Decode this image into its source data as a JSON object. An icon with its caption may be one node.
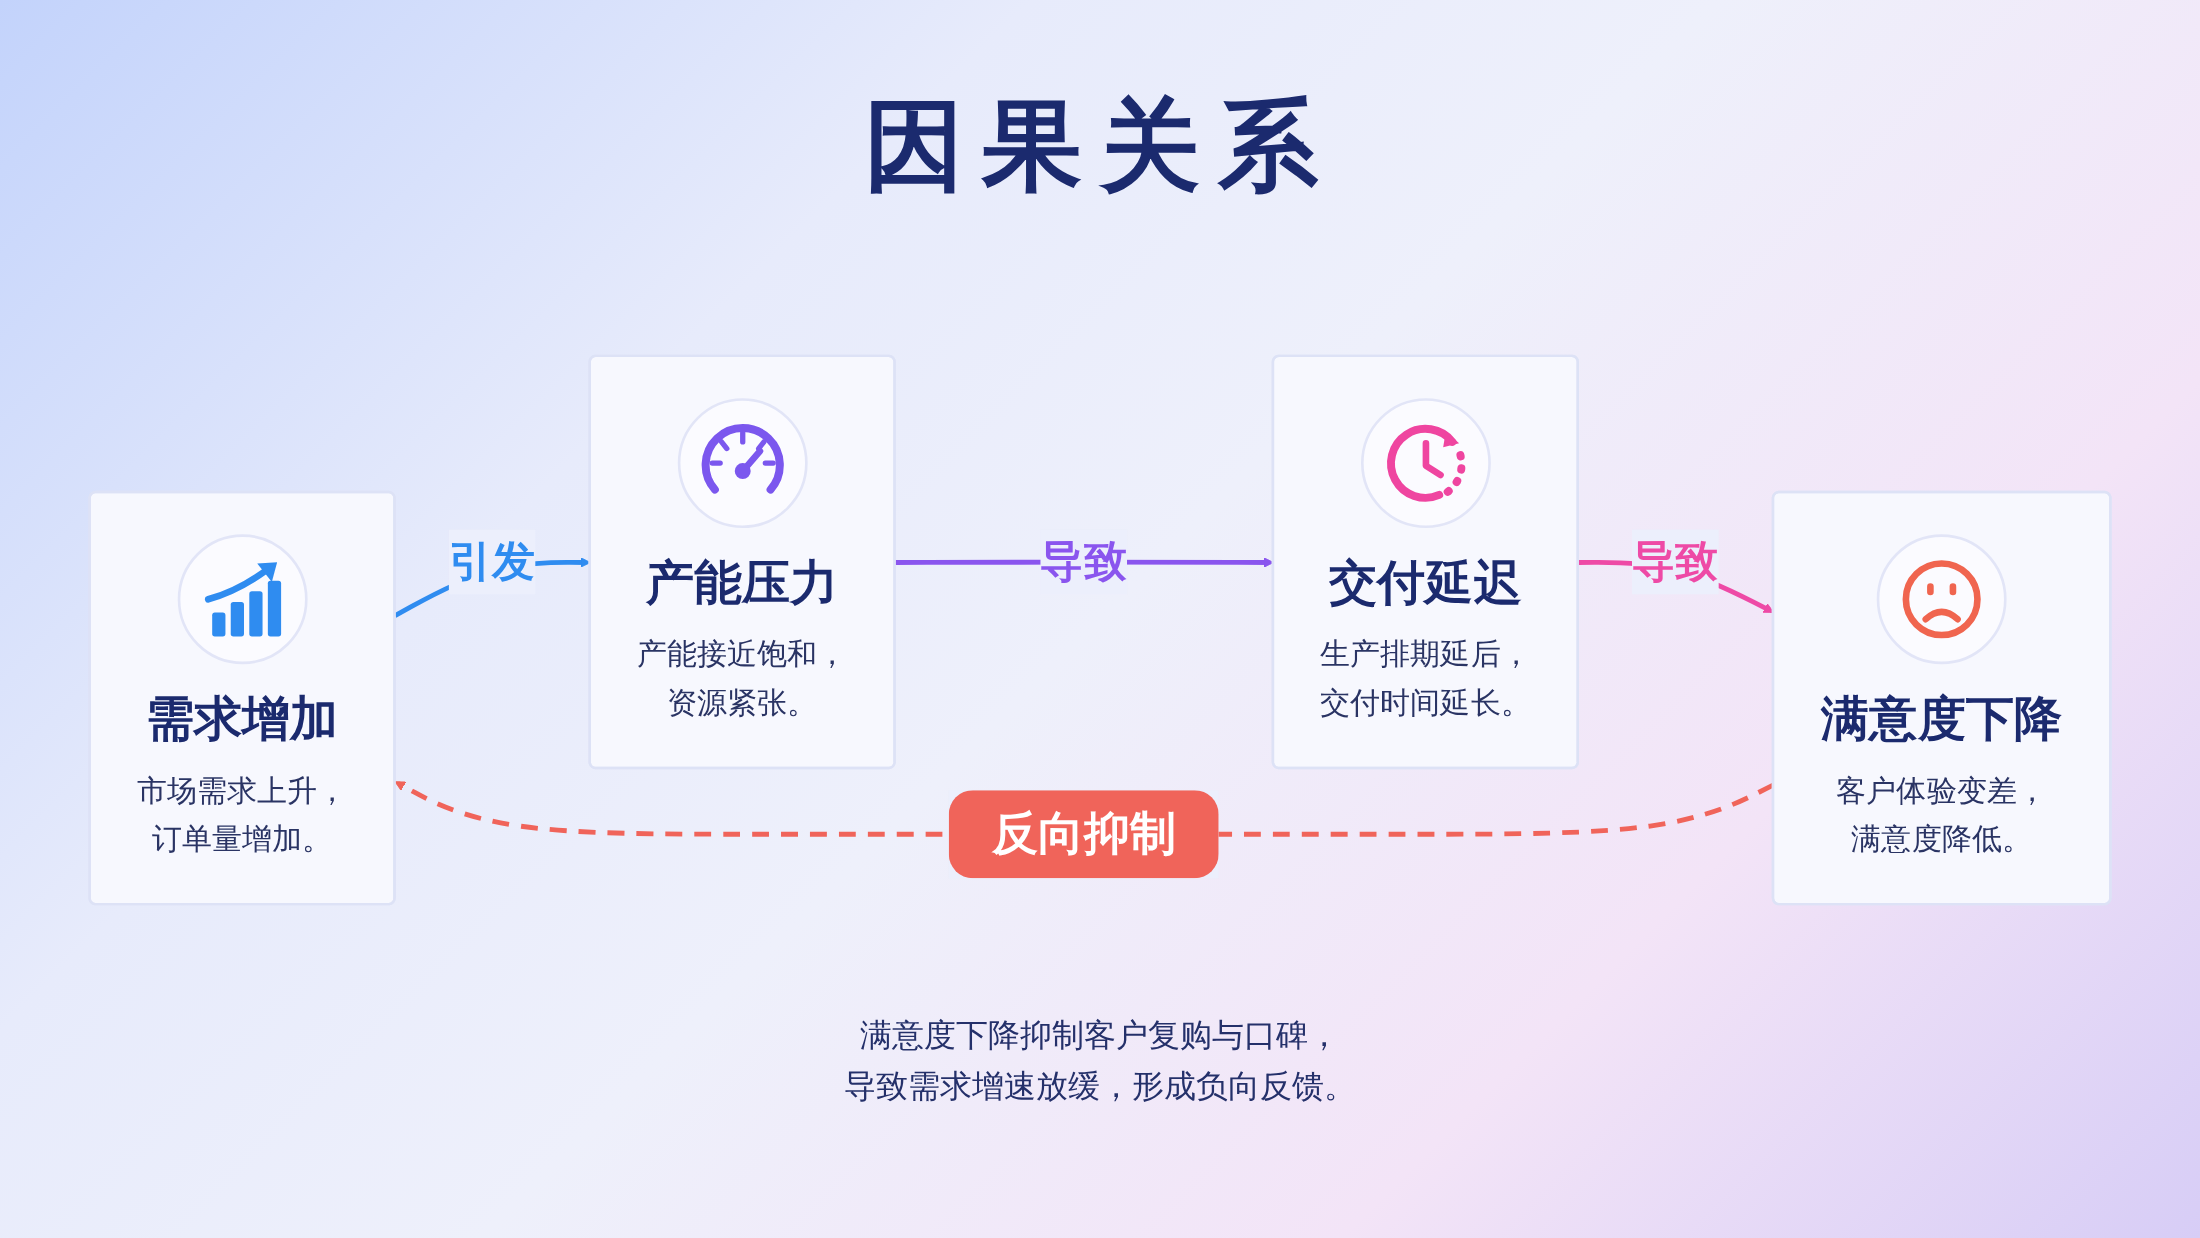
{
  "diagram": {
    "title": "因果关系",
    "nodes": [
      {
        "text": [
          "需求增加",
          "市场需求上升，订单量增加。"
        ]
      },
      {
        "text": [
          "产能压力",
          "产能接近饱和，资源紧张。"
        ]
      },
      {
        "text": [
          "交付延迟",
          "生产排期延后，交付时间延长。"
        ]
      },
      {
        "text": [
          "满意度下降",
          "客户体验变差，满意度降低。"
        ]
      }
    ],
    "edges": [
      {
        "from": 0,
        "to": 1,
        "arrow": "to",
        "label": "引发",
        "color": "#2f8cf0"
      },
      {
        "from": 1,
        "to": 2,
        "arrow": "to",
        "label": "导致",
        "color": "#8a55ee"
      },
      {
        "from": 2,
        "to": 3,
        "arrow": "to",
        "label": "导致",
        "color": "#ee4aa6"
      },
      {
        "from": 3,
        "to": 0,
        "arrow": "to",
        "label": "反向抑制",
        "style": "dashed",
        "color": "#f0645a"
      }
    ],
    "labels": [
      "满意度下降抑制客户复购与口碑，导致需求增速放缓，形成负向反馈。"
    ]
  }
}
